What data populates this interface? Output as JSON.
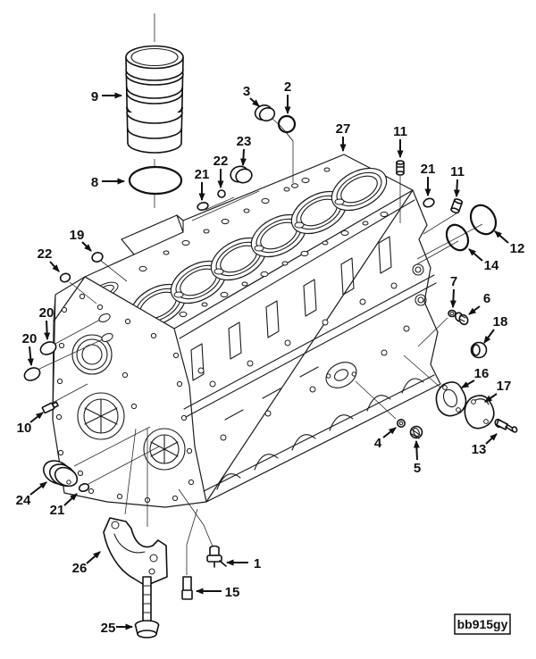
{
  "figure": {
    "code": "bb915gy"
  },
  "colors": {
    "line": "#1c1c1c",
    "background": "#ffffff"
  },
  "callouts": {
    "c1": "1",
    "c2": "2",
    "c3": "3",
    "c4": "4",
    "c5": "5",
    "c6": "6",
    "c7": "7",
    "c8": "8",
    "c9": "9",
    "c10": "10",
    "c11a": "11",
    "c11b": "11",
    "c12": "12",
    "c13": "13",
    "c14": "14",
    "c15": "15",
    "c16": "16",
    "c17": "17",
    "c18": "18",
    "c19": "19",
    "c20a": "20",
    "c20b": "20",
    "c21a": "21",
    "c21b": "21",
    "c21c": "21",
    "c22a": "22",
    "c22b": "22",
    "c23": "23",
    "c24": "24",
    "c25": "25",
    "c26": "26",
    "c27": "27"
  }
}
